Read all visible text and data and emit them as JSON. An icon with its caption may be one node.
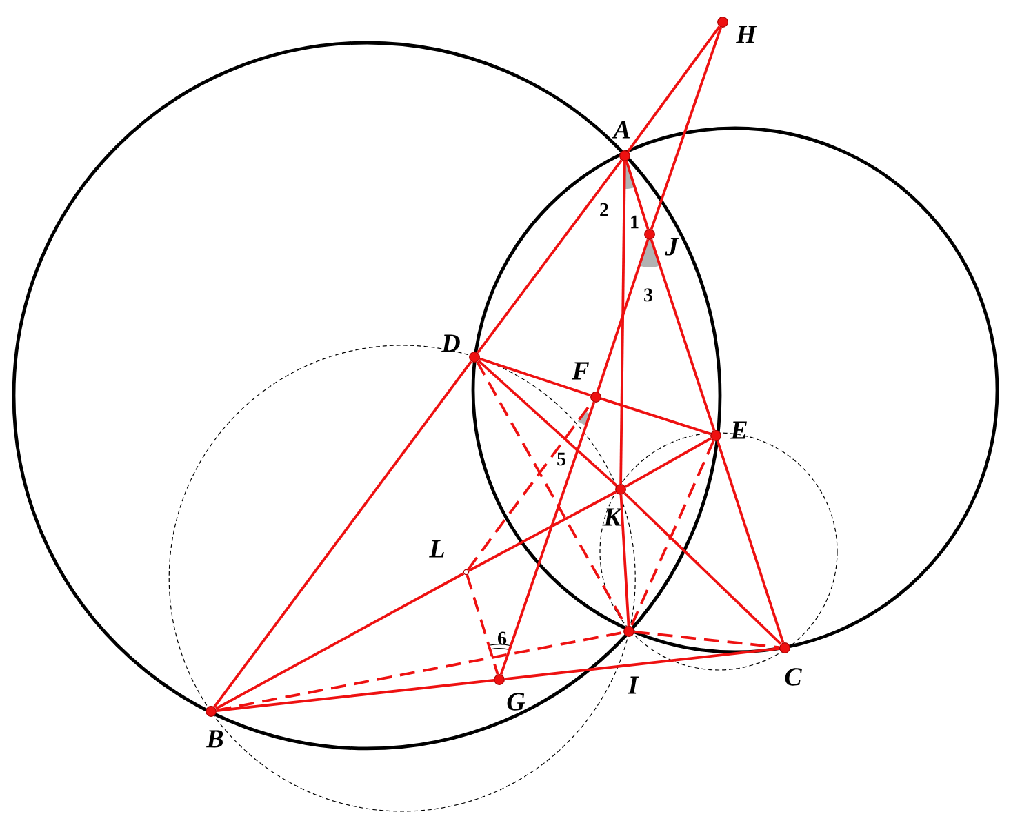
{
  "diagram": {
    "nodes": [
      {
        "text": [
          "H"
        ]
      },
      {
        "text": [
          "A"
        ]
      },
      {
        "text": [
          "J"
        ]
      },
      {
        "text": [
          "D"
        ]
      },
      {
        "text": [
          "F"
        ]
      },
      {
        "text": [
          "E"
        ]
      },
      {
        "text": [
          "K"
        ]
      },
      {
        "text": [
          "L"
        ]
      },
      {
        "text": [
          "I"
        ]
      },
      {
        "text": [
          "C"
        ]
      },
      {
        "text": [
          "G"
        ]
      },
      {
        "text": [
          "B"
        ]
      }
    ],
    "edges": [
      {
        "from": 11,
        "to": 3,
        "arrow": "none"
      },
      {
        "from": 3,
        "to": 1,
        "arrow": "none"
      },
      {
        "from": 1,
        "to": 0,
        "arrow": "none"
      },
      {
        "from": 0,
        "to": 2,
        "arrow": "none"
      },
      {
        "from": 2,
        "to": 4,
        "arrow": "none"
      },
      {
        "from": 4,
        "to": 10,
        "arrow": "none"
      },
      {
        "from": 1,
        "to": 6,
        "arrow": "none"
      },
      {
        "from": 6,
        "to": 8,
        "arrow": "none"
      },
      {
        "from": 1,
        "to": 2,
        "arrow": "none"
      },
      {
        "from": 2,
        "to": 5,
        "arrow": "none"
      },
      {
        "from": 5,
        "to": 9,
        "arrow": "none"
      },
      {
        "from": 3,
        "to": 4,
        "arrow": "none"
      },
      {
        "from": 4,
        "to": 5,
        "arrow": "none"
      },
      {
        "from": 3,
        "to": 6,
        "arrow": "none"
      },
      {
        "from": 6,
        "to": 9,
        "arrow": "none"
      },
      {
        "from": 11,
        "to": 7,
        "arrow": "none"
      },
      {
        "from": 7,
        "to": 6,
        "arrow": "none"
      },
      {
        "from": 6,
        "to": 5,
        "arrow": "none"
      },
      {
        "from": 11,
        "to": 10,
        "arrow": "none"
      },
      {
        "from": 10,
        "to": 9,
        "arrow": "none"
      },
      {
        "from": 3,
        "to": 8,
        "arrow": "none",
        "style": "dashed"
      },
      {
        "from": 5,
        "to": 8,
        "arrow": "none",
        "style": "dashed"
      },
      {
        "from": 11,
        "to": 8,
        "arrow": "none",
        "style": "dashed"
      },
      {
        "from": 8,
        "to": 9,
        "arrow": "none",
        "style": "dashed"
      },
      {
        "from": 7,
        "to": 4,
        "arrow": "none",
        "style": "dashed"
      },
      {
        "from": 7,
        "to": 10,
        "arrow": "none",
        "style": "dashed"
      }
    ],
    "labels": [
      "2",
      "1",
      "3",
      "5",
      "6"
    ]
  }
}
